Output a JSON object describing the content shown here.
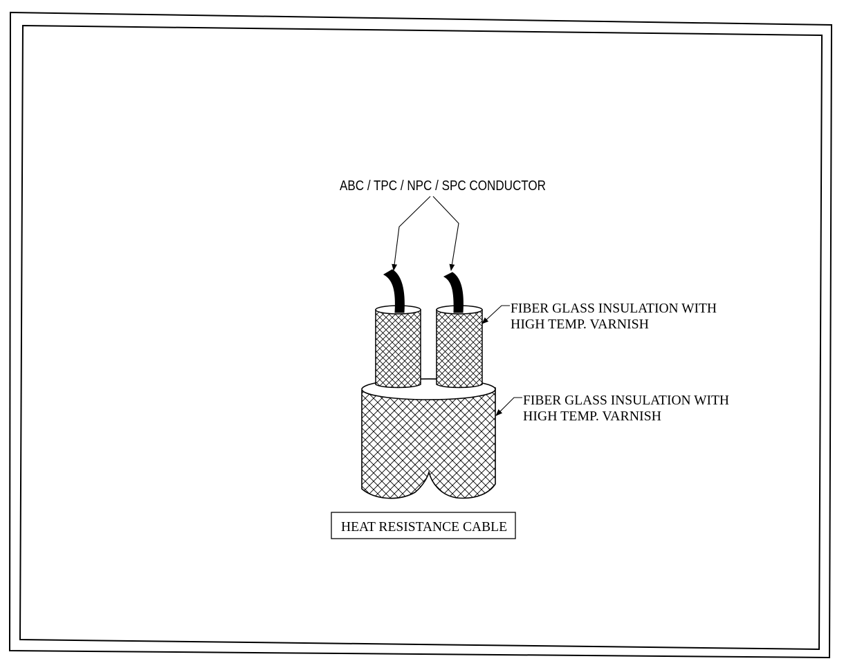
{
  "diagram": {
    "conductor_label": "ABC / TPC / NPC / SPC CONDUCTOR",
    "inner_insulation_label": {
      "line1": "FIBER GLASS INSULATION WITH",
      "line2": "HIGH TEMP. VARNISH"
    },
    "outer_insulation_label": {
      "line1": "FIBER GLASS INSULATION WITH",
      "line2": "HIGH TEMP. VARNISH"
    },
    "caption": "HEAT RESISTANCE CABLE"
  }
}
